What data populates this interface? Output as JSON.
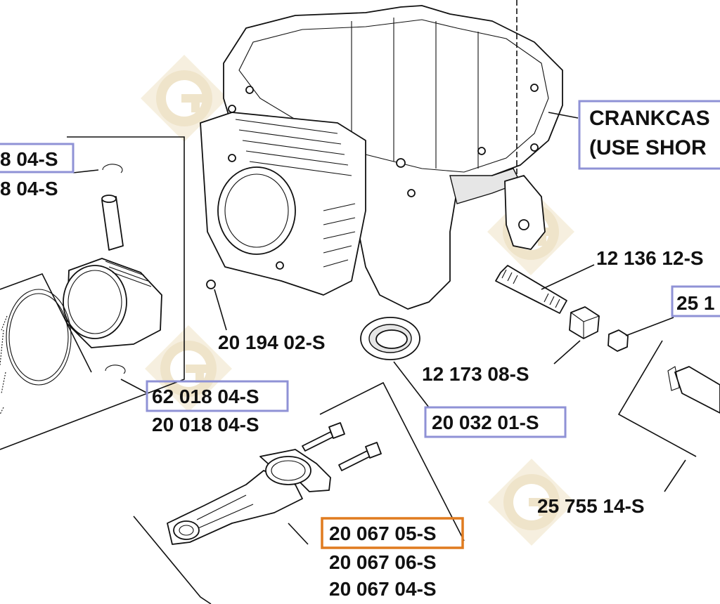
{
  "labels": {
    "top_left_1": "8 04-S",
    "top_left_2": "8 04-S",
    "crankcase_1": "CRANKCAS",
    "crankcase_2": "(USE SHOR",
    "p_12136": "12 136 12-S",
    "p_25_1": "25 1",
    "p_20194": "20 194 02-S",
    "p_12173": "12 173 08-S",
    "p_62018": "62 018 04-S",
    "p_20018": "20 018 04-S",
    "p_20032": "20 032 01-S",
    "p_25755": "25 755 14-S",
    "p_20067_05": "20 067 05-S",
    "p_20067_06": "20 067 06-S",
    "p_20067_04": "20 067 04-S"
  },
  "colors": {
    "box_border": "#8f92d6",
    "highlight_border": "#e07b1f",
    "watermark": "#ead9b4"
  },
  "icons": [
    "watermark-gear-logo"
  ]
}
